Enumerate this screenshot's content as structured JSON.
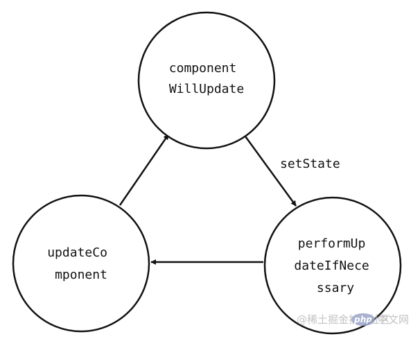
{
  "diagram": {
    "nodes": [
      {
        "id": "componentWillUpdate",
        "lines": [
          "component",
          "WillUpdate"
        ]
      },
      {
        "id": "performUpdateIfNecessary",
        "lines": [
          "performUp",
          "dateIfNece",
          "ssary"
        ]
      },
      {
        "id": "updateComponent",
        "lines": [
          "updateCo",
          "mponent"
        ]
      }
    ],
    "edges": [
      {
        "from": "componentWillUpdate",
        "to": "performUpdateIfNecessary",
        "label": "setState"
      },
      {
        "from": "performUpdateIfNecessary",
        "to": "updateComponent",
        "label": ""
      },
      {
        "from": "updateComponent",
        "to": "componentWillUpdate",
        "label": ""
      }
    ]
  },
  "watermark": {
    "text": "@稀土掘金技术社区",
    "php_badge": "php",
    "php_site": "中文网"
  },
  "colors": {
    "stroke": "#111111",
    "background": "#ffffff",
    "watermark": "#b8b8b8"
  }
}
